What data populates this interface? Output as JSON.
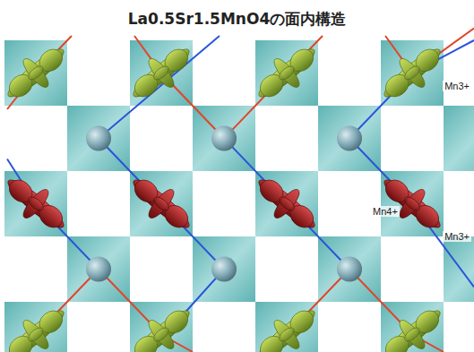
{
  "diagram": {
    "title": "La0.5Sr1.5MnO4の面内構造",
    "labels": [
      "Mn3+",
      "Mn4+",
      "Mn3+"
    ]
  }
}
